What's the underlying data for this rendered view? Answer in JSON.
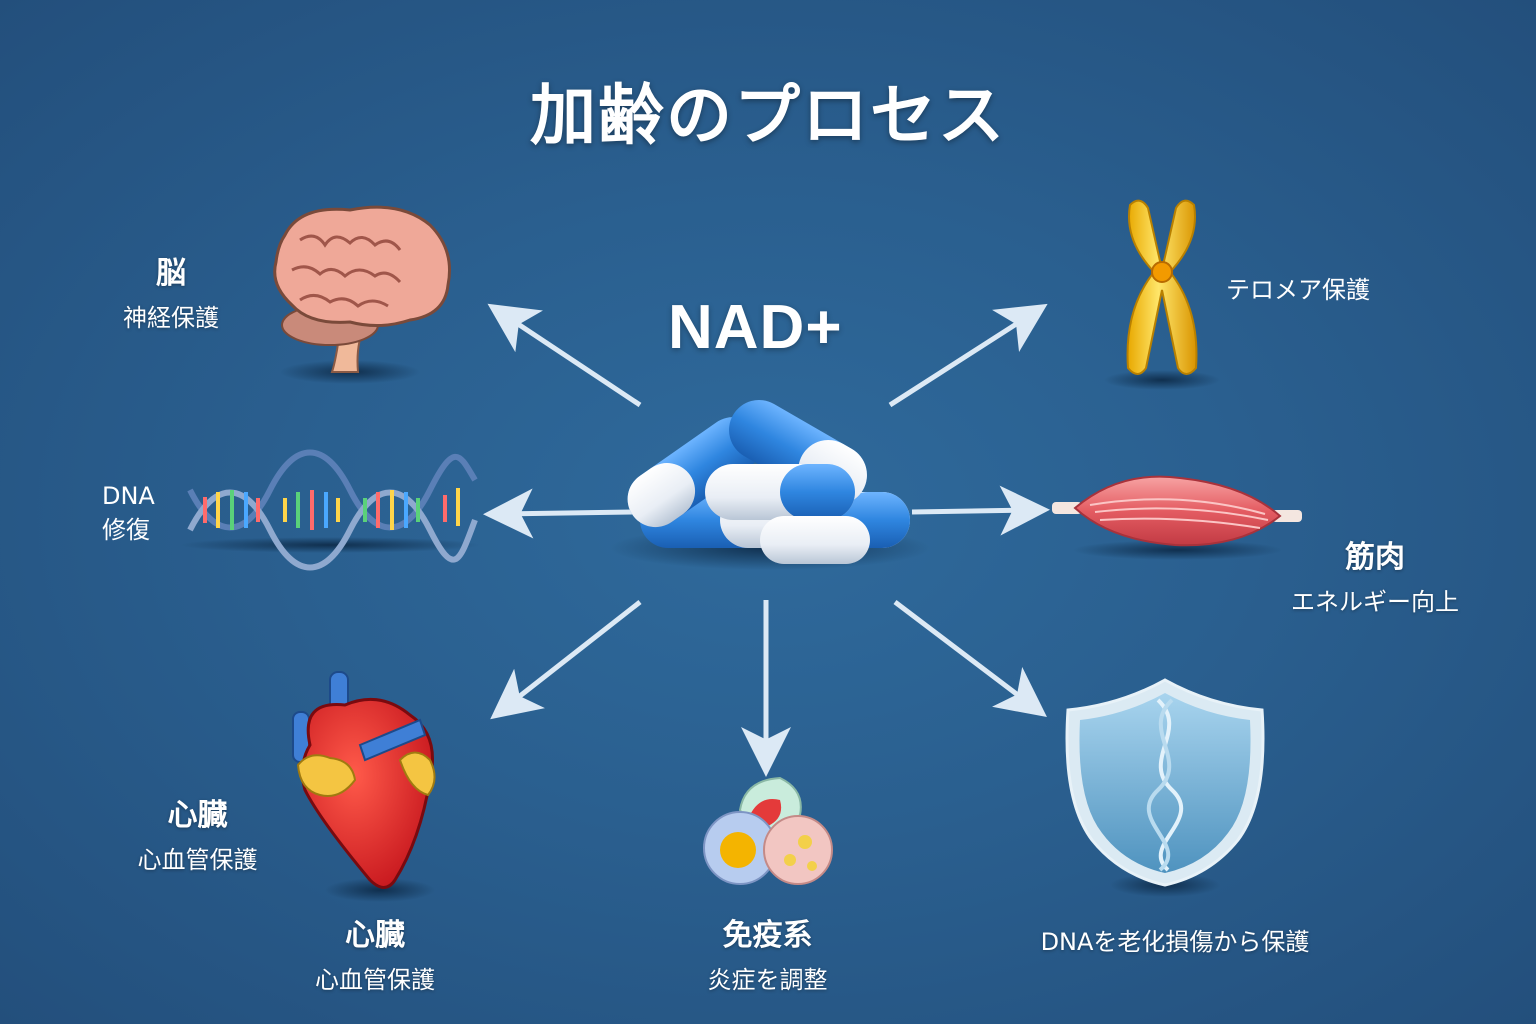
{
  "title": "加齢のプロセス",
  "center": {
    "label": "NAD+"
  },
  "nodes": {
    "brain": {
      "name": "脳",
      "desc": "神経保護"
    },
    "dna": {
      "line1": "DNA",
      "line2": "修復"
    },
    "telomere": {
      "desc": "テロメア保護"
    },
    "muscle": {
      "name": "筋肉",
      "desc": "エネルギー向上"
    },
    "heart_left": {
      "name": "心臓",
      "desc": "心血管保護"
    },
    "heart_bottom": {
      "name": "心臓",
      "desc": "心血管保護"
    },
    "immune": {
      "name": "免疫系",
      "desc": "炎症を調整"
    },
    "shield": {
      "desc": "DNAを老化損傷から保護"
    }
  },
  "colors": {
    "background": "#2a5f8f",
    "arrow": "#dce9f5",
    "capsule_blue": "#2f86e0",
    "capsule_white": "#f3f6fa"
  }
}
